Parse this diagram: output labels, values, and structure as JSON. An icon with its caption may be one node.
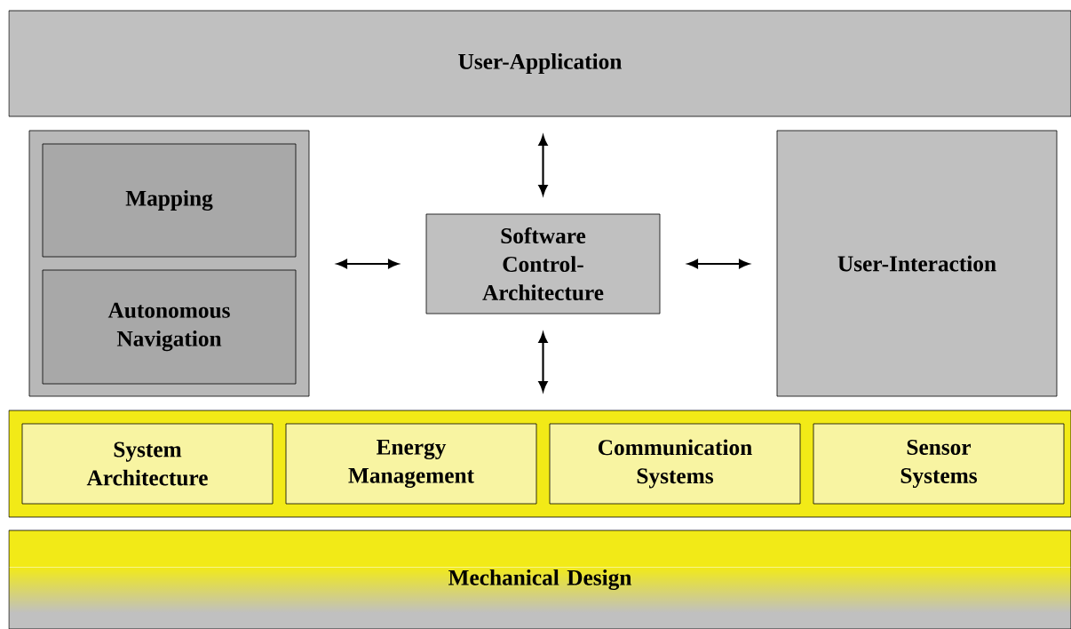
{
  "diagram": {
    "nodes": [
      {
        "text": [
          "User-Application"
        ]
      },
      {
        "text": [],
        "shape": "box"
      },
      {
        "text": [
          "Mapping"
        ],
        "in": 1
      },
      {
        "text": [
          "Autonomous Navigation"
        ],
        "in": 1
      },
      {
        "text": [
          "Software Control-Architecture"
        ]
      },
      {
        "text": [
          "User-Interaction"
        ]
      },
      {
        "text": [],
        "shape": "box"
      },
      {
        "text": [
          "System Architecture"
        ],
        "in": 6
      },
      {
        "text": [
          "Energy Management"
        ],
        "in": 6
      },
      {
        "text": [
          "Communication Systems"
        ],
        "in": 6
      },
      {
        "text": [
          "Sensor Systems"
        ],
        "in": 6
      },
      {
        "text": [
          "Mechanical Design"
        ]
      }
    ],
    "edges": [
      {
        "from": 4,
        "to": 0,
        "arrow": "both"
      },
      {
        "from": 1,
        "to": 4,
        "arrow": "both"
      },
      {
        "from": 4,
        "to": 5,
        "arrow": "both"
      },
      {
        "from": 4,
        "to": 6,
        "arrow": "both"
      }
    ]
  }
}
